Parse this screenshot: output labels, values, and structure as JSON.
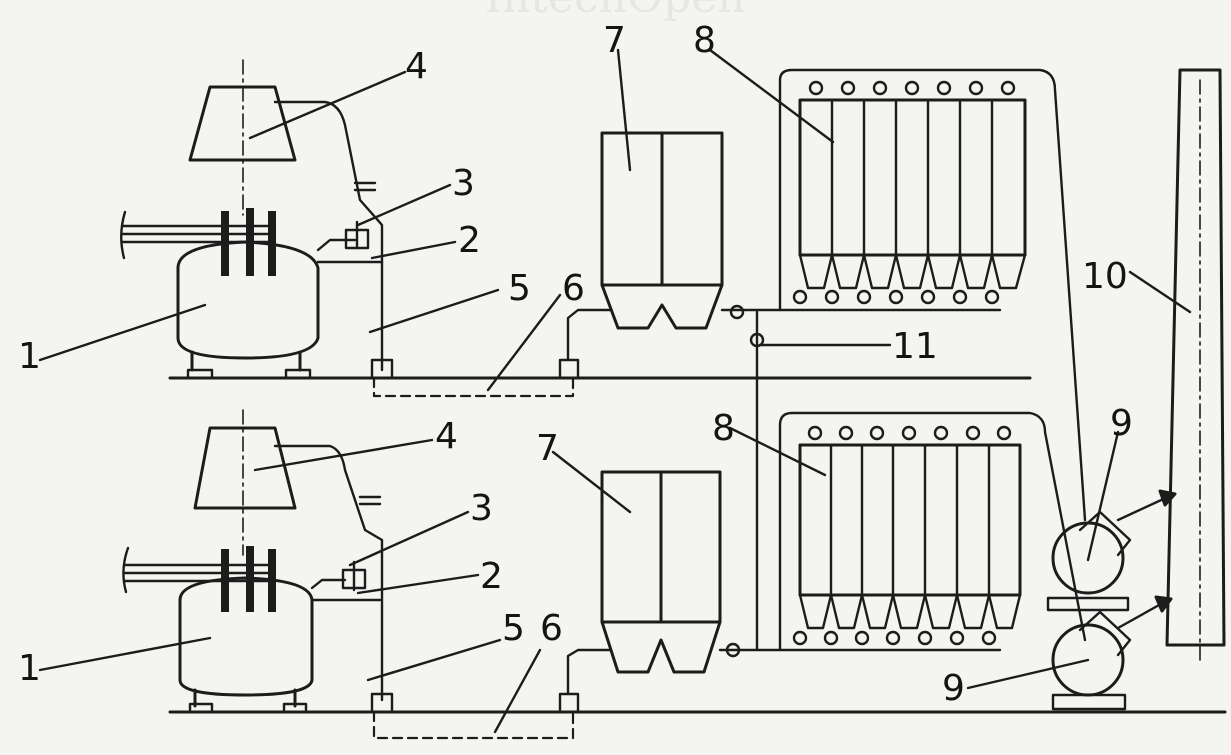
{
  "header_band": "IntechOpen",
  "labels": {
    "furnace": "1",
    "elbow_duct": "2",
    "valve": "3",
    "hood": "4",
    "duct_riser": "5",
    "underground_duct": "6",
    "cooler": "7",
    "baghouse": "8",
    "fan": "9",
    "stack": "10",
    "bypass": "11"
  },
  "colors": {
    "ink": "#1c1c1c",
    "paper": "#f4f4f1"
  }
}
